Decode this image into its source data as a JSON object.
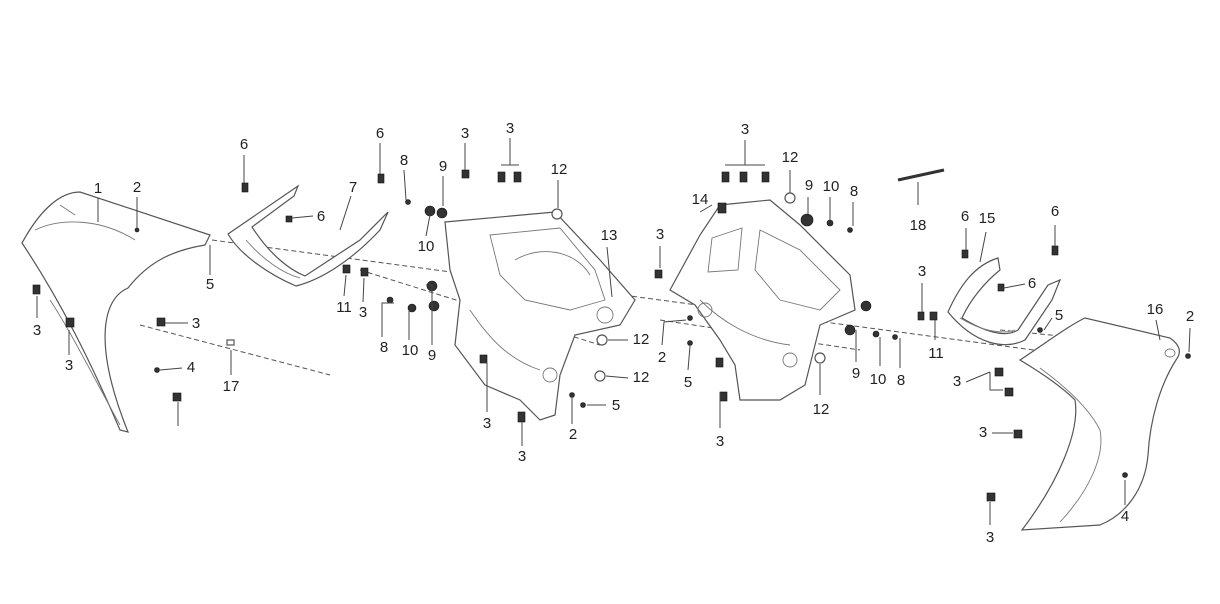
{
  "labels": [
    "1",
    "2",
    "3",
    "3",
    "3",
    "4",
    "5",
    "6",
    "6",
    "7",
    "6",
    "8",
    "9",
    "10",
    "11",
    "3",
    "8",
    "10",
    "9",
    "17",
    "3",
    "3",
    "12",
    "13",
    "12",
    "12",
    "5",
    "2",
    "3",
    "3",
    "3",
    "14",
    "3",
    "12",
    "9",
    "10",
    "8",
    "2",
    "5",
    "3",
    "12",
    "9",
    "10",
    "8",
    "18",
    "6",
    "15",
    "6",
    "6",
    "3",
    "11",
    "5",
    "16",
    "2",
    "3",
    "3",
    "3",
    "4"
  ]
}
